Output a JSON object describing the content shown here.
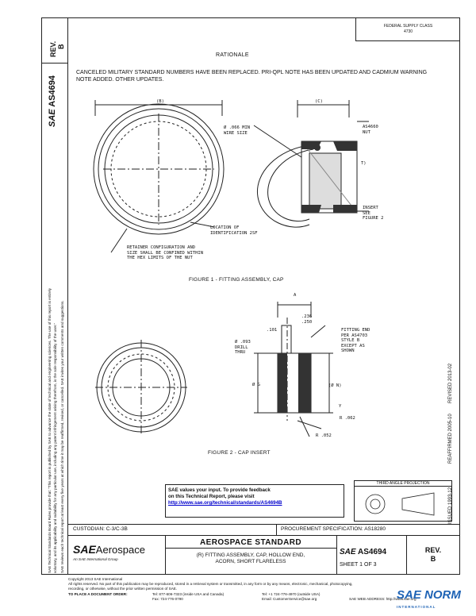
{
  "sidebar": {
    "rev_label": "REV.",
    "rev_value": "B",
    "doc_number": "AS4694",
    "brand": "SAE",
    "disclaimer_1": "SAE Technical Standards Board Rules provide that: \"This report is published by SAE to advance the state of technical and engineering sciences. The use of this report is entirely",
    "disclaimer_2": "voluntary, and its applicability and suitability for any particular use, including any patent infringement arising therefrom, is the sole responsibility of the user.\"",
    "disclaimer_3": "SAE reviews each technical report at least every five years at which time it may be reaffirmed, revised, or cancelled. SAE invites your written comments and suggestions."
  },
  "header": {
    "federal_supply": "FEDERAL SUPPLY CLASS",
    "fsc": "4730"
  },
  "rationale": {
    "title": "RATIONALE",
    "text": "CANCELED MILITARY STANDARD NUMBERS HAVE BEEN REPLACED. PRI-QPL NOTE HAS BEEN UPDATED AND CADMIUM WARNING NOTE ADDED. OTHER UPDATES."
  },
  "figure1": {
    "label_b": "(B)",
    "label_c": "(C)",
    "wire": "Ø .066 MIN\nWIRE SIZE",
    "nut": "AS4660\nNUT",
    "t": "T)",
    "insert": "INSERT\nSEE\nFIGURE 2",
    "location": "LOCATION OF\nIDENTIFICATION 2SF",
    "retainer": "RETAINER CONFIGURATION AND\nSIZE SHALL BE CONFINED WITHIN\nTHE HEX LIMITS OF THE NUT",
    "caption": "FIGURE 1 - FITTING ASSEMBLY, CAP"
  },
  "figure2": {
    "dim_a": "A",
    "dim_236": ".236",
    "dim_250": ".250",
    "dim_101": ".101",
    "drill": "Ø .093\nDRILL\nTHRU",
    "fitting_end": "FITTING END\nPER AS4703\nSTYLE B\nEXCEPT AS\nSHOWN",
    "dia_g": "Ø G",
    "dia_n": "(Ø N)",
    "y_label": "Y",
    "r062": "R .062",
    "r052": "R .052",
    "caption": "FIGURE 2 - CAP INSERT"
  },
  "revisions": {
    "issued": "ISSUED 1993-12",
    "reaffirmed": "REAFFIRMED 2005-10",
    "revised": "REVISED 2013-02"
  },
  "feedback": {
    "line1": "SAE values your input. To provide feedback",
    "line2": "on this Technical Report, please visit",
    "url": "http://www.sae.org/technical/standards/AS4694B"
  },
  "projection": {
    "label": "THIRD ANGLE PROJECTION"
  },
  "title_block": {
    "custodian": "CUSTODIAN: C-3/C-3B",
    "procurement": "PROCUREMENT SPECIFICATION: AS18280",
    "logo_sae": "SAE",
    "logo_aerospace": "Aerospace",
    "logo_tag": "An SAE International Group",
    "standard": "AEROSPACE STANDARD",
    "title_line1": "(R) FITTING ASSEMBLY, CAP, HOLLOW END,",
    "title_line2": "ACORN, SHORT FLARELESS",
    "doc_sae": "SAE",
    "doc_number": "AS4694",
    "sheet": "SHEET 1 OF 3",
    "rev_label": "REV.",
    "rev_value": "B"
  },
  "footer": {
    "copyright": "Copyright 2013 SAE International",
    "rights1": "All rights reserved. No part of this publication may be reproduced, stored in a retrieval system or transmitted, in any form or by any means, electronic, mechanical, photocopying,",
    "rights2": "recording, or otherwise, without the prior written permission of SAE.",
    "order": "TO PLACE A DOCUMENT ORDER:",
    "tel1": "Tel: 877-606-7323 (inside USA and Canada)",
    "tel2": "Tel: +1 724-776-4970 (outside USA)",
    "fax": "Fax: 724-776-0790",
    "email": "Email: CustomerService@sae.org",
    "web": "SAE WEB ADDRESS: http://www.sae.org",
    "watermark": "SAE NORM",
    "watermark_sub": "INTERNATIONAL"
  }
}
